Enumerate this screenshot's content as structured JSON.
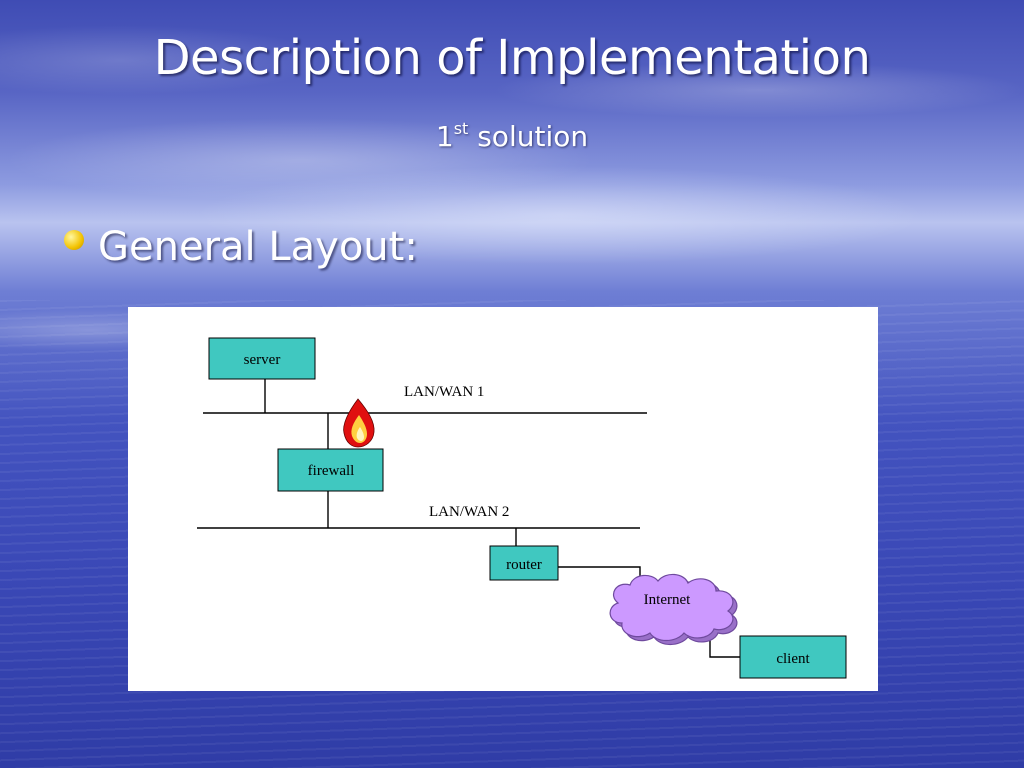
{
  "slide": {
    "title": "Description of Implementation",
    "subtitle": {
      "number": "1",
      "superscript": "st",
      "text": "solution"
    },
    "bullet": "General Layout:"
  },
  "diagram": {
    "nodes": {
      "server": "server",
      "firewall": "firewall",
      "router": "router",
      "internet": "Internet",
      "client": "client"
    },
    "networks": {
      "lan1": "LAN/WAN 1",
      "lan2": "LAN/WAN 2"
    }
  },
  "colors": {
    "node_fill": "#40c8c0",
    "cloud_fill": "#cc99ff",
    "bullet": "#f2c200",
    "flame_outer": "#e01010",
    "flame_inner": "#ffd040"
  }
}
